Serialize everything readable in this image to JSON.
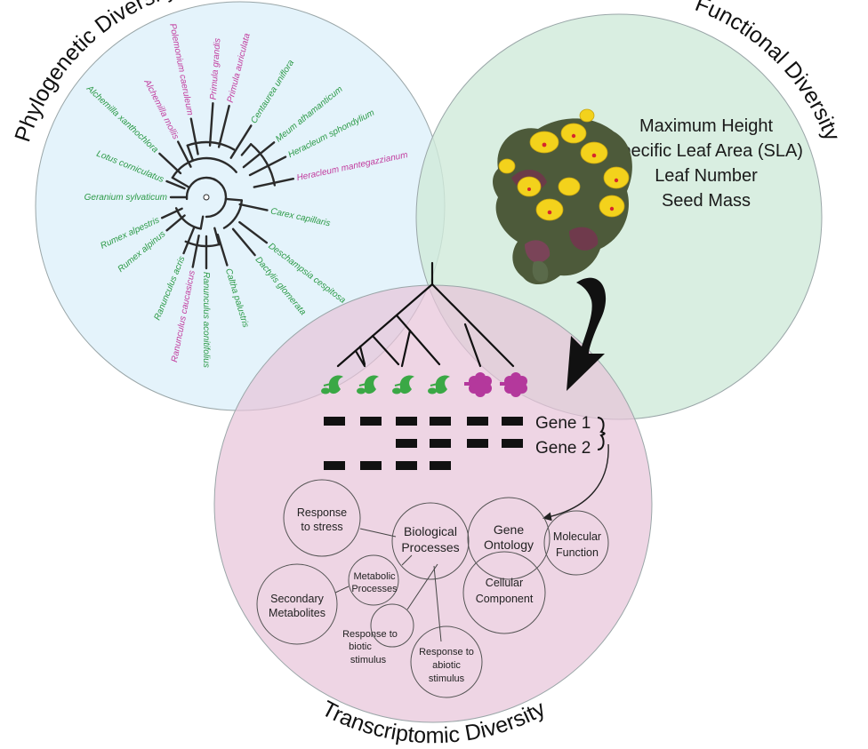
{
  "colors": {
    "phylo_fill": "#dff1fa",
    "functional_fill": "#cfead9",
    "transcript_fill": "#ecd3e1",
    "green_species": "#2c9a47",
    "magenta_species": "#c23c9e",
    "tree": "#2b2b2b",
    "leaf_green": "#3aa845",
    "flower_magenta": "#b4389c"
  },
  "labels": {
    "phylogenetic": "Phylogenetic Diversity",
    "functional": "Functional Diversity",
    "transcriptomic": "Transcriptomic Diversity"
  },
  "traits": [
    "Maximum Height",
    "Specific Leaf Area (SLA)",
    "Leaf Number",
    "Seed Mass"
  ],
  "genes": [
    "Gene 1",
    "Gene 2"
  ],
  "species": [
    {
      "name": "Polemonium caeruleum",
      "color": "magenta"
    },
    {
      "name": "Primula grandis",
      "color": "magenta"
    },
    {
      "name": "Primula auriculata",
      "color": "magenta"
    },
    {
      "name": "Alchemilla mollis",
      "color": "magenta"
    },
    {
      "name": "Centaurea uniflora",
      "color": "green"
    },
    {
      "name": "Alchemilla xanthochlora",
      "color": "green"
    },
    {
      "name": "Meum athamanticum",
      "color": "green"
    },
    {
      "name": "Lotus corniculatus",
      "color": "green"
    },
    {
      "name": "Heracleum sphondylium",
      "color": "green"
    },
    {
      "name": "Geranium sylvaticum",
      "color": "green"
    },
    {
      "name": "Heracleum mantegazzianum",
      "color": "magenta"
    },
    {
      "name": "Carex capillaris",
      "color": "green"
    },
    {
      "name": "Rumex alpestris",
      "color": "green"
    },
    {
      "name": "Rumex alpinus",
      "color": "green"
    },
    {
      "name": "Deschampsia cespitosa",
      "color": "green"
    },
    {
      "name": "Dactylis glomerata",
      "color": "green"
    },
    {
      "name": "Ranunculus acris",
      "color": "green"
    },
    {
      "name": "Caltha palustris",
      "color": "green"
    },
    {
      "name": "Ranunculus caucasicus",
      "color": "magenta"
    },
    {
      "name": "Ranunculus aconitifolius",
      "color": "green"
    }
  ],
  "go_terms": {
    "biological": [
      "Biological",
      "Processes"
    ],
    "gene_ontology": [
      "Gene",
      "Ontology"
    ],
    "molecular": [
      "Molecular",
      "Function"
    ],
    "cellular": [
      "Cellular",
      "Component"
    ],
    "stress": [
      "Response",
      "to stress"
    ],
    "metabolic": [
      "Metabolic",
      "Processes"
    ],
    "secondary": [
      "Secondary",
      "Metabolites"
    ],
    "biotic": [
      "Response to",
      "biotic",
      "stimulus"
    ],
    "abiotic": [
      "Response to",
      "abiotic",
      "stimulus"
    ]
  }
}
